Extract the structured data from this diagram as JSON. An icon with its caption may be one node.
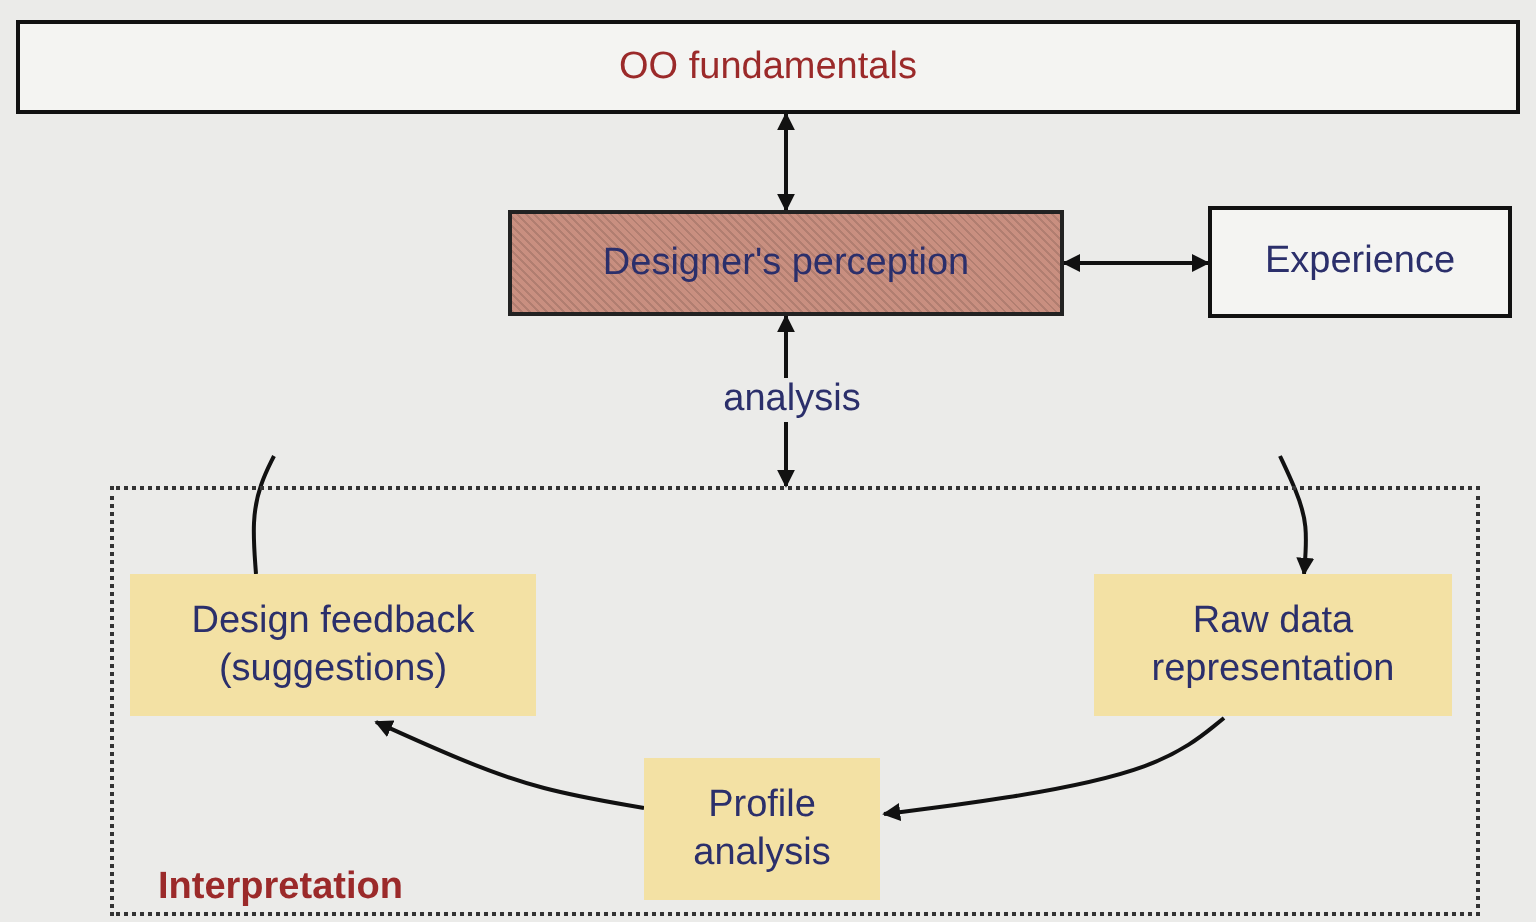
{
  "diagram": {
    "nodes": [
      {
        "text": [
          "OO fundamentals"
        ]
      },
      {
        "text": [
          "Designer's perception"
        ]
      },
      {
        "text": [
          "Experience"
        ]
      },
      {
        "text": [
          "Interpretation"
        ]
      },
      {
        "text": [
          "Design feedback (suggestions)"
        ],
        "in": 3
      },
      {
        "text": [
          "Raw data representation"
        ],
        "in": 3
      },
      {
        "text": [
          "Profile analysis"
        ],
        "in": 3
      }
    ],
    "edges": [
      {
        "from": 0,
        "to": 1,
        "arrow": "both"
      },
      {
        "from": 1,
        "to": 2,
        "arrow": "both"
      },
      {
        "from": 1,
        "to": 3,
        "arrow": "both",
        "label": "analysis"
      },
      {
        "from": 4,
        "to": null,
        "arrow": "none"
      },
      {
        "from": null,
        "to": 5,
        "arrow": "to"
      },
      {
        "from": 5,
        "to": 6,
        "arrow": "to"
      },
      {
        "from": 6,
        "to": 4,
        "arrow": "to"
      }
    ]
  }
}
